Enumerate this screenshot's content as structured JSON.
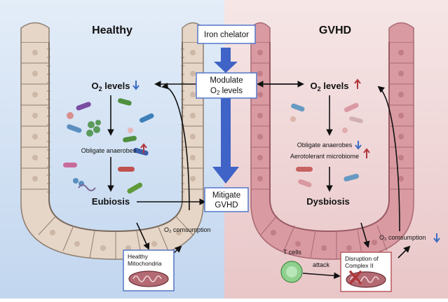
{
  "left": {
    "title": "Healthy",
    "o2_prefix": "O",
    "o2_sub": "2",
    "o2_suffix": " levels",
    "obligate": "Obligate anaerobes",
    "eubiosis": "Eubiosis",
    "o2_consumption": "O₂ comsumption",
    "mito_line1": "Healthy",
    "mito_line2": "Mitochondria"
  },
  "right": {
    "title": "GVHD",
    "o2_prefix": "O",
    "o2_sub": "2",
    "o2_suffix": " levels",
    "obligate": "Obligate anaerobes",
    "aerotolerant": "Aerotolerant microbiome",
    "dysbiosis": "Dysbiosis",
    "o2_consumption": "O₂ comsumption",
    "tcells": "T cells",
    "attack": "attack",
    "disruption_line1": "Disruption of",
    "disruption_line2": "Complex II"
  },
  "center": {
    "iron_chelator": "Iron chelator",
    "modulate_line1": "Modulate",
    "modulate_line2_prefix": "O",
    "modulate_line2_sub": "2",
    "modulate_line2_suffix": " levels",
    "mitigate_line1": "Mitigate",
    "mitigate_line2": "GVHD"
  },
  "colors": {
    "left_bg": "#dbe7f5",
    "right_bg": "#f3e1e1",
    "tissue_left": "#e6d6c7",
    "tissue_right": "#d99aa2",
    "arrow_blue": "#3f63c6",
    "arrow_up": "#b0373a",
    "arrow_down": "#3d6cc2",
    "box_border": "#5477c9",
    "box_border_red": "#b9595e",
    "tcell": "#7fcf84"
  }
}
